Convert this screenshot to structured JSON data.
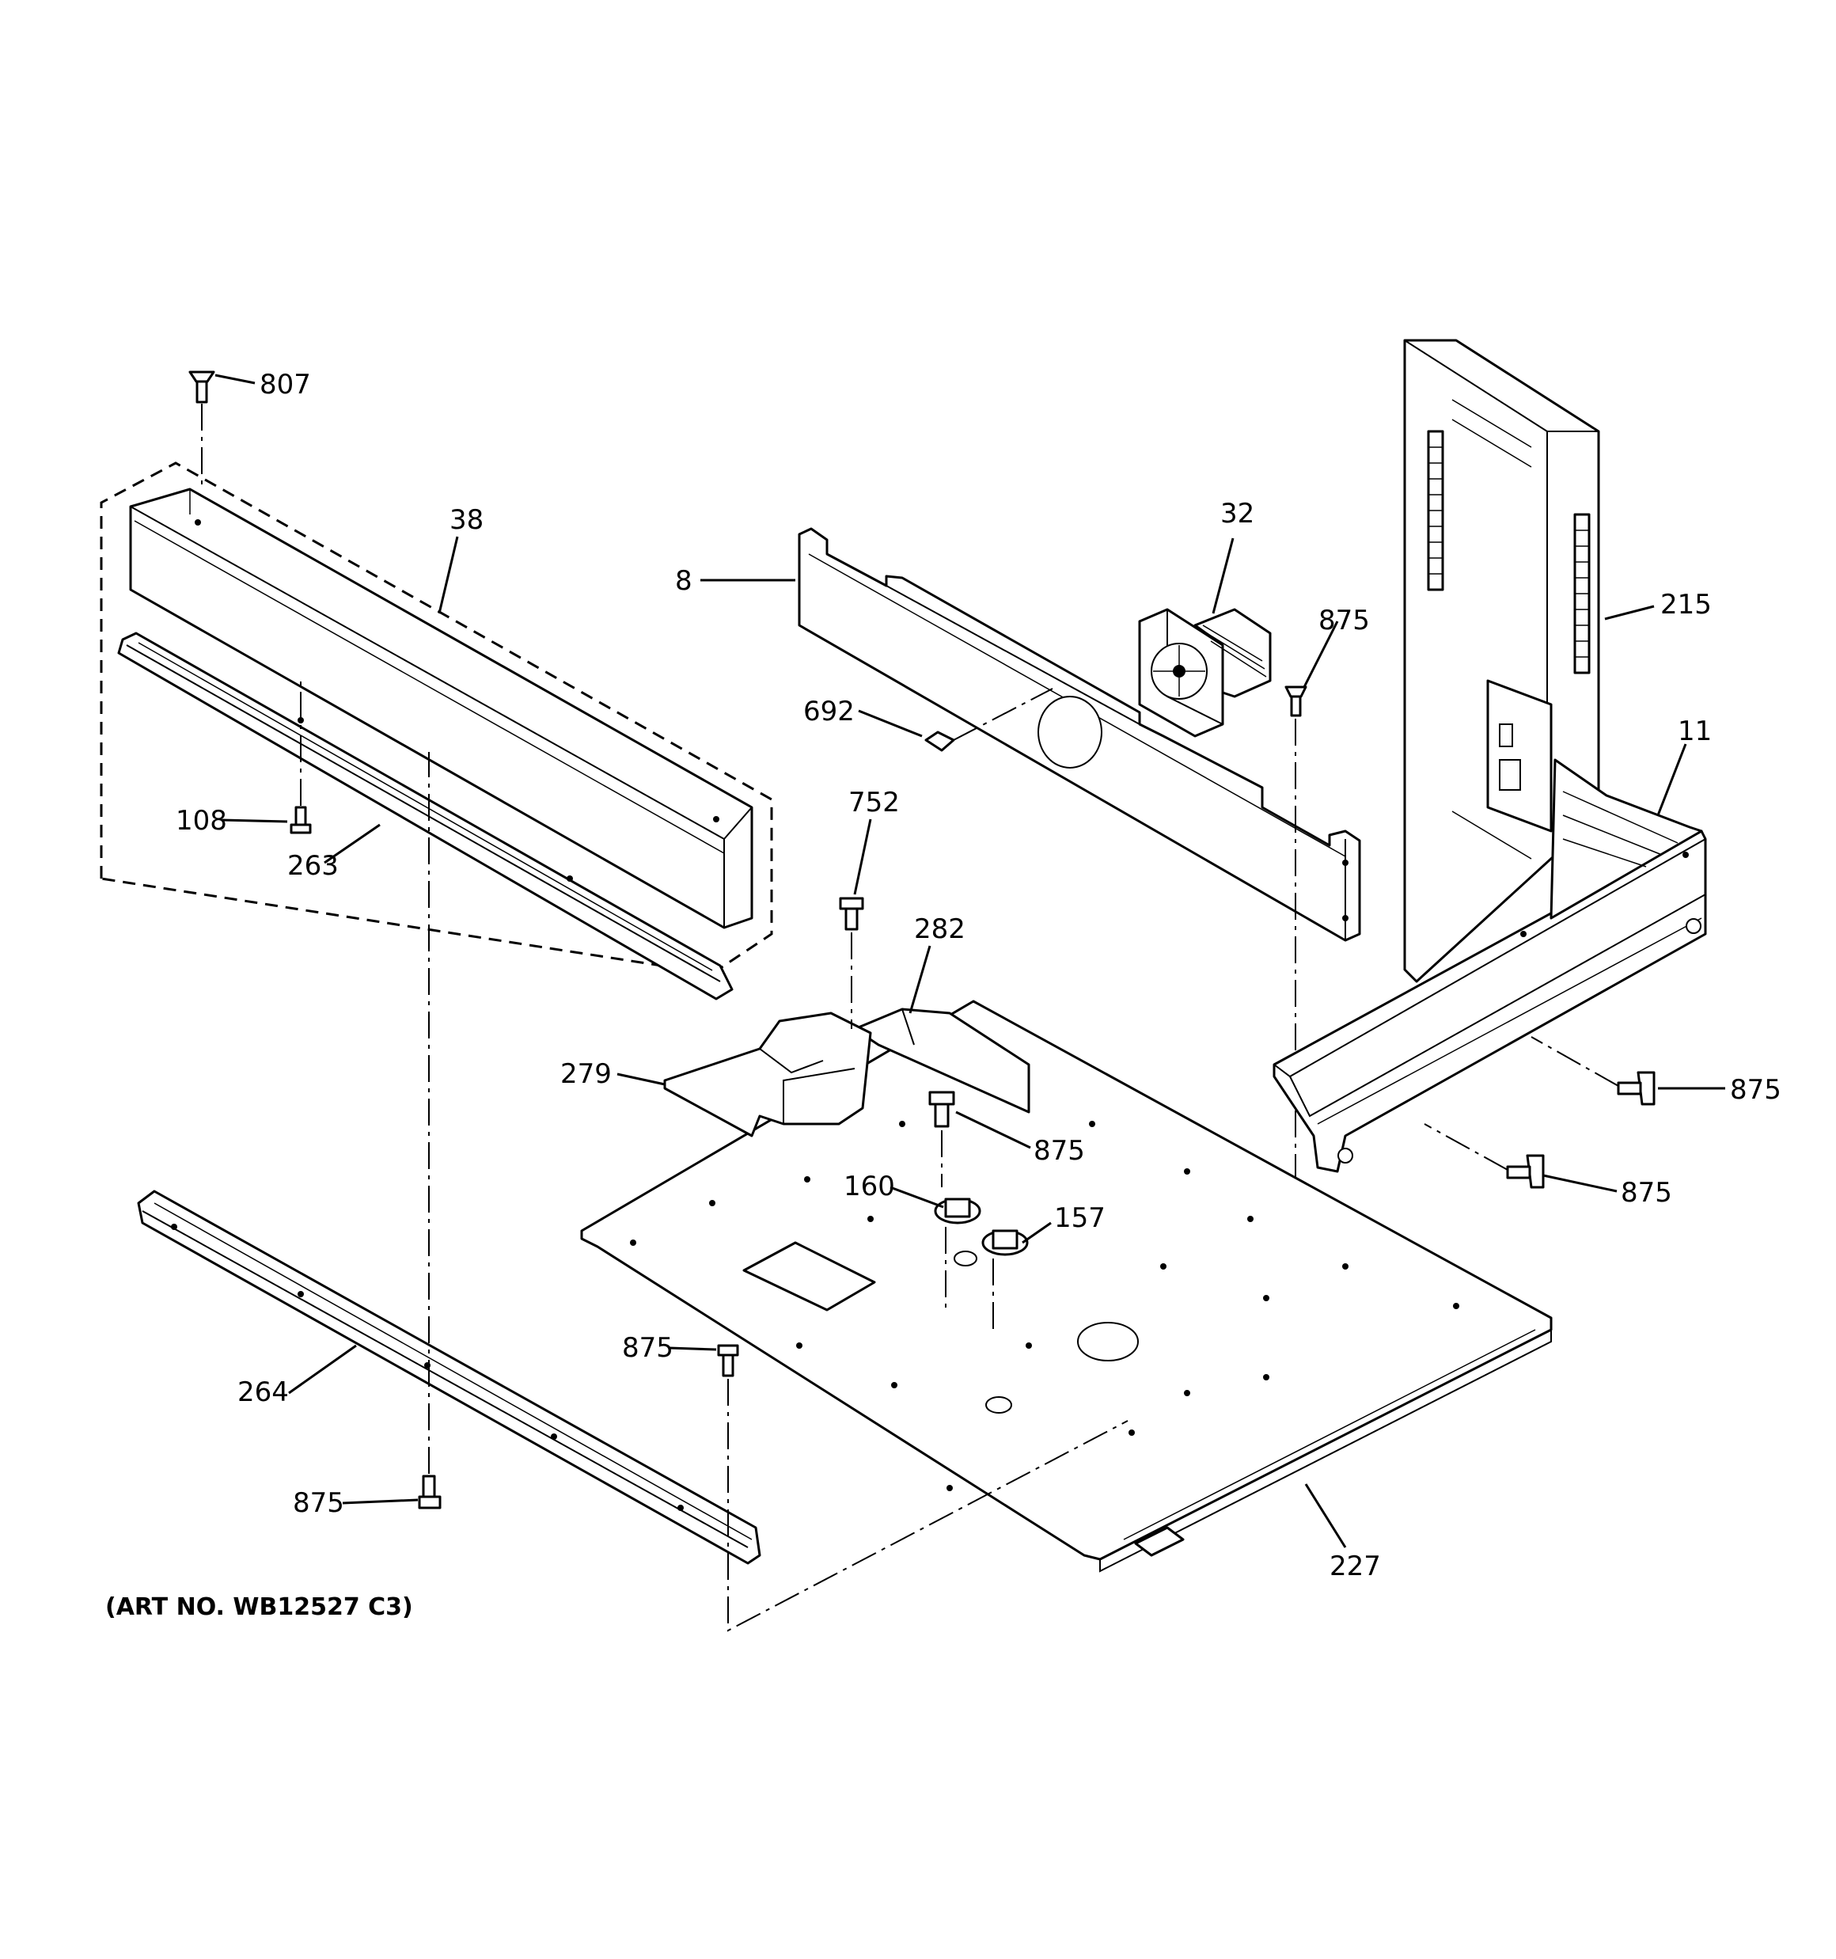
{
  "callouts": {
    "c807": "807",
    "c38": "38",
    "c8": "8",
    "c32": "32",
    "c875_fan": "875",
    "c215": "215",
    "c692": "692",
    "c11": "11",
    "c108": "108",
    "c263": "263",
    "c752": "752",
    "c282": "282",
    "c279": "279",
    "c875_base": "875",
    "c875_right_upper": "875",
    "c875_right_lower": "875",
    "c160": "160",
    "c157": "157",
    "c875_mid": "875",
    "c264": "264",
    "c875_left": "875",
    "c227": "227"
  },
  "art_number": "(ART NO. WB12527 C3)"
}
